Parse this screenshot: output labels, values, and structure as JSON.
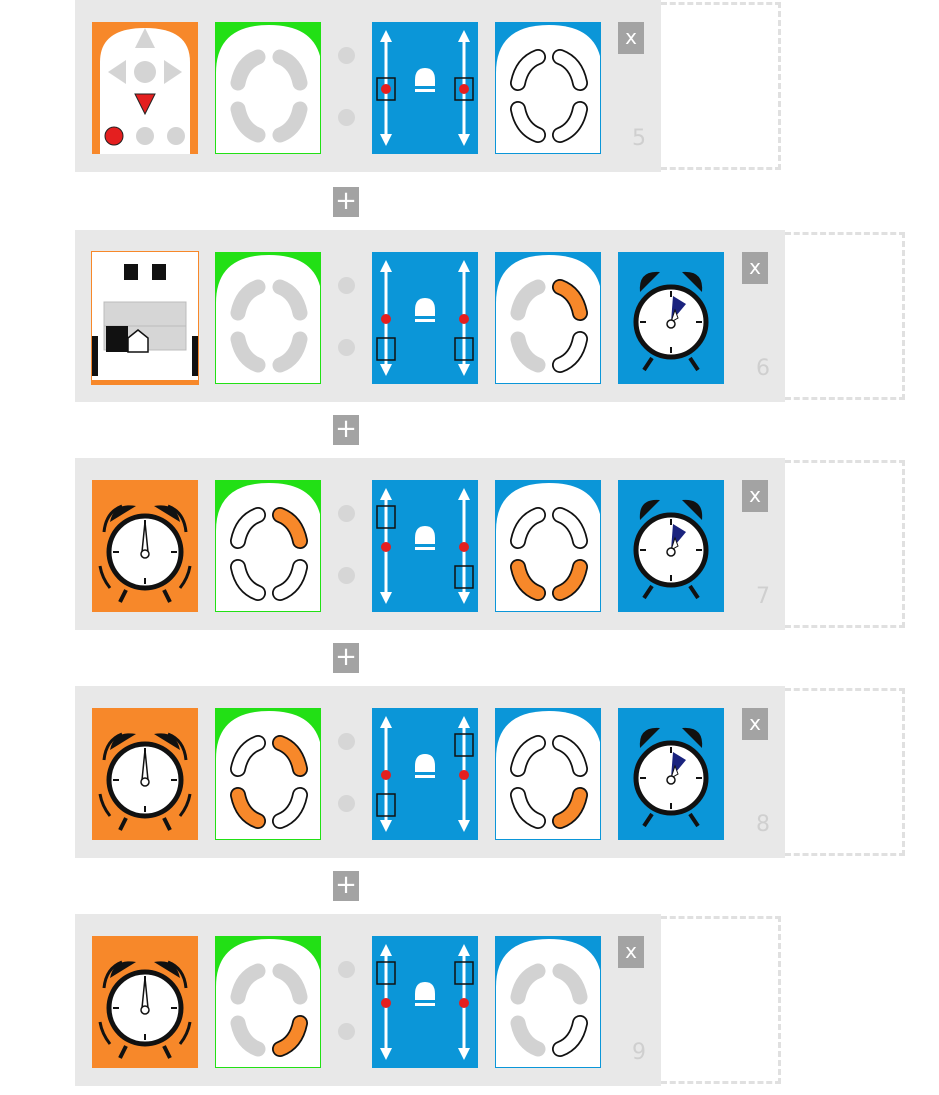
{
  "rows": [
    {
      "trigger": "remote-control",
      "sensor_state": {
        "tl": "off",
        "tr": "off",
        "bl": "off",
        "br": "off"
      },
      "motor": {
        "left_box": "middle",
        "right_box": "middle"
      },
      "lights": {
        "tl": "white",
        "tr": "white",
        "bl": "white",
        "br": "white"
      },
      "timer": false,
      "close_label": "x",
      "number": "5"
    },
    {
      "trigger": "obstacle-sensor",
      "sensor_state": {
        "tl": "off",
        "tr": "off",
        "bl": "off",
        "br": "off"
      },
      "motor": {
        "left_box": "bottom",
        "right_box": "bottom"
      },
      "lights": {
        "tl": "off",
        "tr": "orange",
        "bl": "off",
        "br": "white"
      },
      "timer": true,
      "close_label": "x",
      "number": "6"
    },
    {
      "trigger": "alarm-clock",
      "sensor_state": {
        "tl": "white",
        "tr": "orange",
        "bl": "white",
        "br": "white"
      },
      "motor": {
        "left_box": "top",
        "right_box": "bottom"
      },
      "lights": {
        "tl": "white",
        "tr": "white",
        "bl": "orange",
        "br": "orange"
      },
      "timer": true,
      "close_label": "x",
      "number": "7"
    },
    {
      "trigger": "alarm-clock",
      "sensor_state": {
        "tl": "white",
        "tr": "orange",
        "bl": "orange",
        "br": "white"
      },
      "motor": {
        "left_box": "bottom",
        "right_box": "top"
      },
      "lights": {
        "tl": "white",
        "tr": "white",
        "bl": "white",
        "br": "orange"
      },
      "timer": true,
      "close_label": "x",
      "number": "8"
    },
    {
      "trigger": "alarm-clock",
      "sensor_state": {
        "tl": "off",
        "tr": "off",
        "bl": "off",
        "br": "orange"
      },
      "motor": {
        "left_box": "top",
        "right_box": "top"
      },
      "lights": {
        "tl": "off",
        "tr": "off",
        "bl": "off",
        "br": "white"
      },
      "timer": false,
      "close_label": "x",
      "number": "9"
    }
  ],
  "add_label": "+",
  "colors": {
    "orange": "#f7882a",
    "blue": "#0b96d8",
    "green": "#22e015",
    "panel": "#e8e8e8",
    "button": "#a3a3a3"
  }
}
